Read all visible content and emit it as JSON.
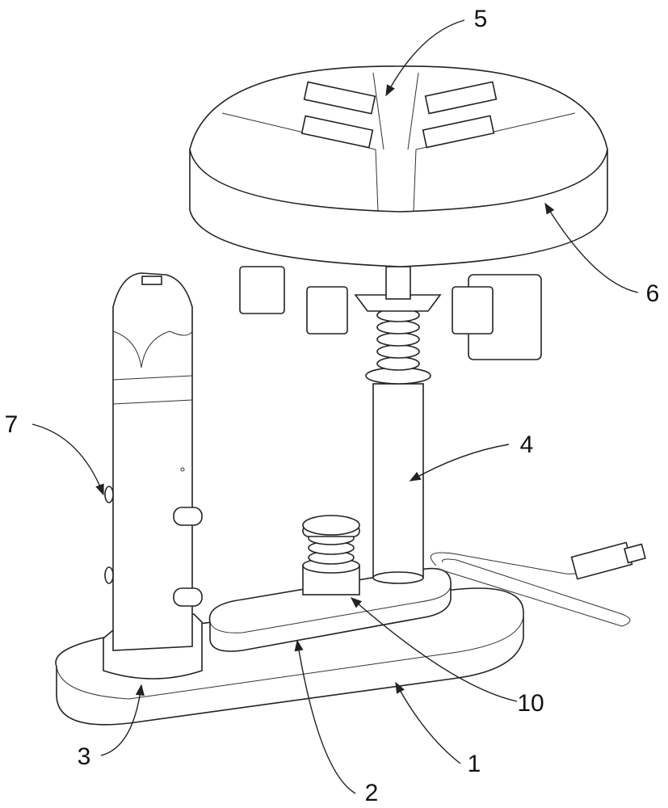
{
  "figure": {
    "callouts": [
      {
        "id": "1",
        "label": "1"
      },
      {
        "id": "2",
        "label": "2"
      },
      {
        "id": "3",
        "label": "3"
      },
      {
        "id": "4",
        "label": "4"
      },
      {
        "id": "5",
        "label": "5"
      },
      {
        "id": "6",
        "label": "6"
      },
      {
        "id": "7",
        "label": "7"
      },
      {
        "id": "10",
        "label": "10"
      }
    ]
  }
}
